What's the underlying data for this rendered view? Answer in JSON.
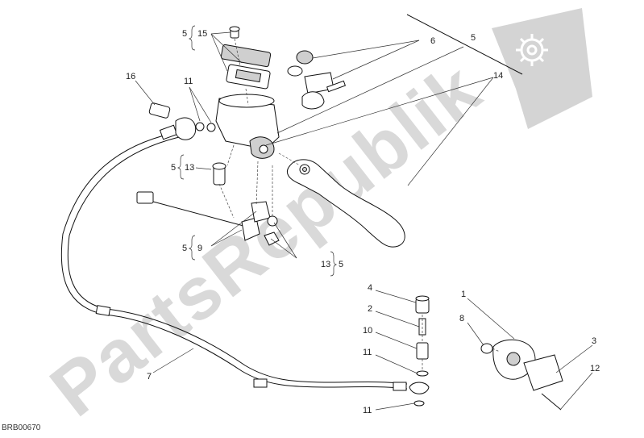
{
  "watermark": {
    "text": "PartsRepublik"
  },
  "drawing_code": "BRB00670",
  "labels": [
    {
      "id": "l1",
      "text": "1"
    },
    {
      "id": "l2",
      "text": "2"
    },
    {
      "id": "l3",
      "text": "3"
    },
    {
      "id": "l4",
      "text": "4"
    },
    {
      "id": "l5a",
      "text": "5"
    },
    {
      "id": "l5b",
      "text": "5"
    },
    {
      "id": "l5c",
      "text": "5"
    },
    {
      "id": "l5d",
      "text": "5"
    },
    {
      "id": "l5e",
      "text": "5"
    },
    {
      "id": "l6",
      "text": "6"
    },
    {
      "id": "l7",
      "text": "7"
    },
    {
      "id": "l8",
      "text": "8"
    },
    {
      "id": "l9",
      "text": "9"
    },
    {
      "id": "l10",
      "text": "10"
    },
    {
      "id": "l11a",
      "text": "11"
    },
    {
      "id": "l11b",
      "text": "11"
    },
    {
      "id": "l11c",
      "text": "11"
    },
    {
      "id": "l12",
      "text": "12"
    },
    {
      "id": "l13a",
      "text": "13"
    },
    {
      "id": "l13b",
      "text": "13"
    },
    {
      "id": "l14",
      "text": "14"
    },
    {
      "id": "l15",
      "text": "15"
    },
    {
      "id": "l16",
      "text": "16"
    }
  ],
  "icons": {
    "logo": "gear-flag-icon"
  },
  "colors": {
    "watermark": "#d9d9d9",
    "line": "#111111"
  }
}
